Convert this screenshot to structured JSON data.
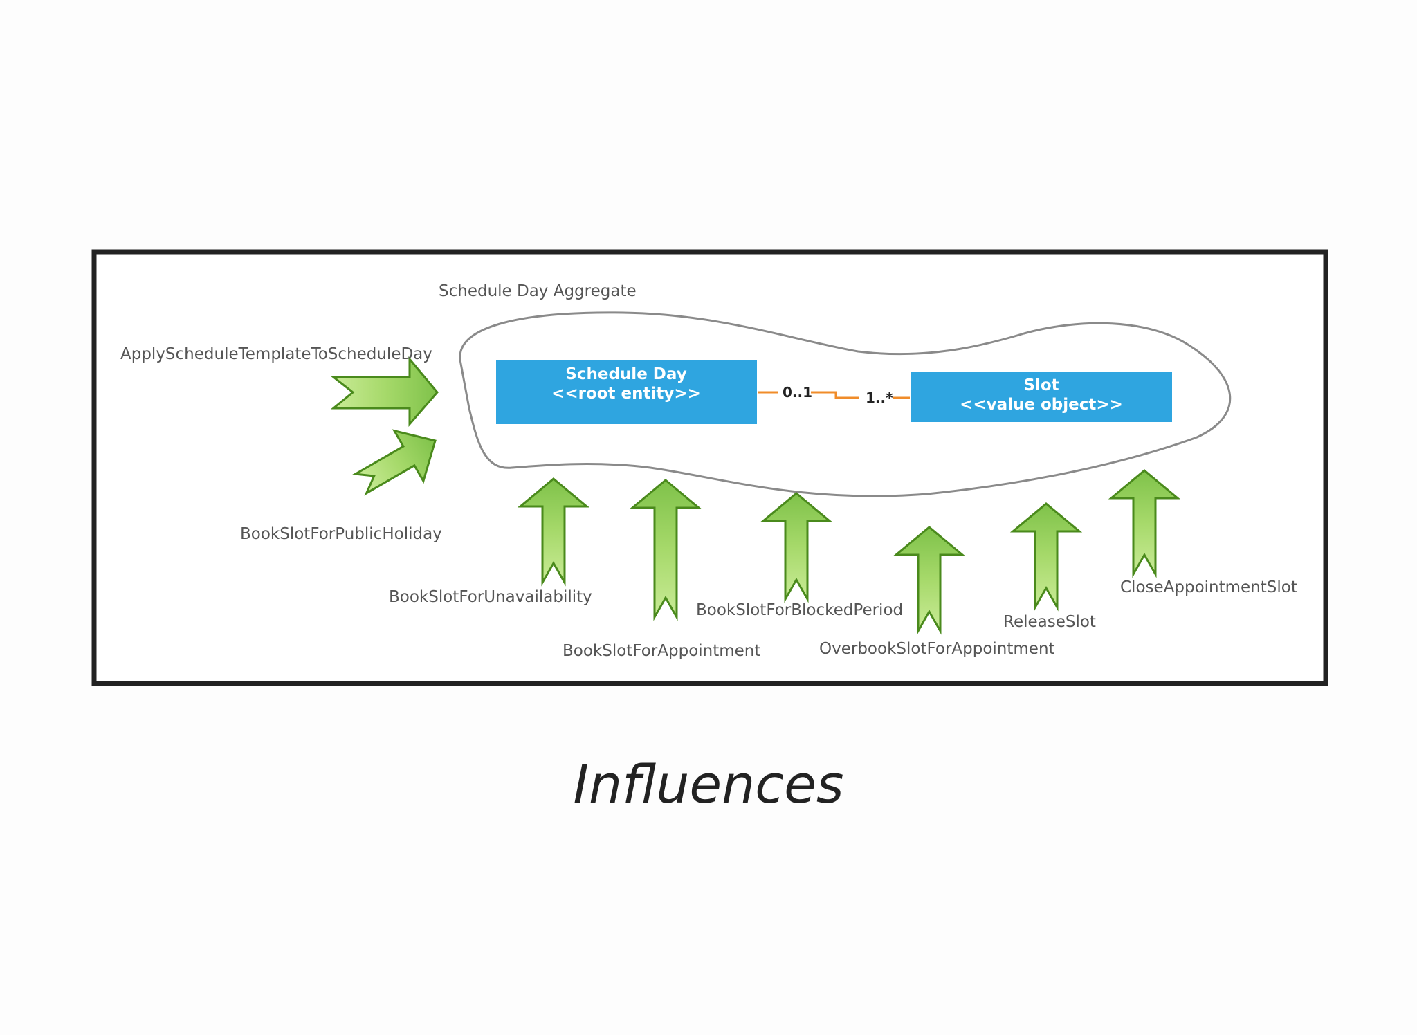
{
  "diagram": {
    "aggregate_label": "Schedule Day Aggregate",
    "root_entity": {
      "name": "Schedule Day",
      "stereotype": "<<root entity>>"
    },
    "value_object": {
      "name": "Slot",
      "stereotype": "<<value object>>"
    },
    "association": {
      "left_multiplicity": "0..1",
      "right_multiplicity": "1..*"
    },
    "influences": [
      "ApplyScheduleTemplateToScheduleDay",
      "BookSlotForPublicHoliday",
      "BookSlotForUnavailability",
      "BookSlotForAppointment",
      "BookSlotForBlockedPeriod",
      "OverbookSlotForAppointment",
      "ReleaseSlot",
      "CloseAppointmentSlot"
    ],
    "colors": {
      "box_fill": "#2fa5e0",
      "arrow_fill": "#8fcc52",
      "arrow_stroke": "#4a8a1c",
      "connector": "#f08c2a",
      "frame": "#222222"
    }
  },
  "caption": "Influences"
}
